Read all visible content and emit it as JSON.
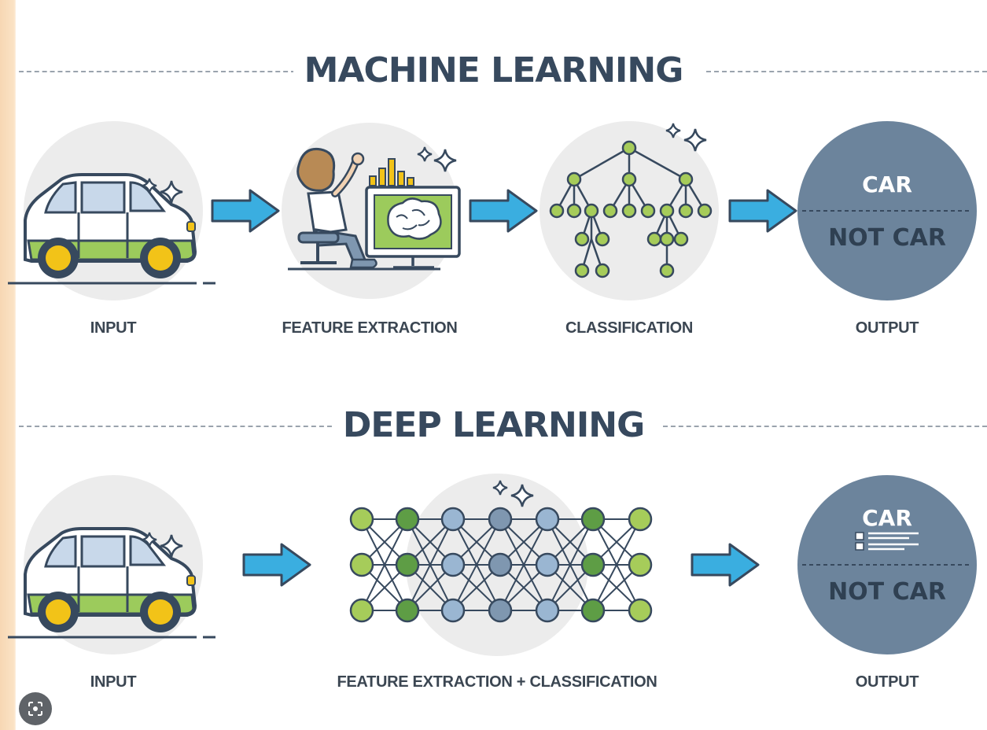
{
  "machine_learning": {
    "title": "MACHINE LEARNING",
    "stages": [
      {
        "label": "INPUT",
        "icon": "car-icon"
      },
      {
        "label": "FEATURE EXTRACTION",
        "icon": "person-at-computer-icon"
      },
      {
        "label": "CLASSIFICATION",
        "icon": "decision-tree-icon"
      },
      {
        "label": "OUTPUT",
        "icon": "output-circle-icon"
      }
    ],
    "output": {
      "positive": "CAR",
      "negative": "NOT CAR"
    }
  },
  "deep_learning": {
    "title": "DEEP LEARNING",
    "stages": [
      {
        "label": "INPUT",
        "icon": "car-icon"
      },
      {
        "label": "FEATURE EXTRACTION + CLASSIFICATION",
        "icon": "neural-network-icon"
      },
      {
        "label": "OUTPUT",
        "icon": "output-circle-icon"
      }
    ],
    "output": {
      "positive": "CAR",
      "negative": "NOT CAR"
    }
  },
  "colors": {
    "title": "#37495e",
    "arrow": "#3aaee0",
    "circle_bg": "#ececec",
    "output_circle": "#6c849c",
    "green": "#a6cc5a",
    "dark_green": "#5e9d45",
    "node_blue": "#9ab6d2",
    "node_steel": "#7f97b0"
  },
  "lens_icon": "image-search-icon"
}
